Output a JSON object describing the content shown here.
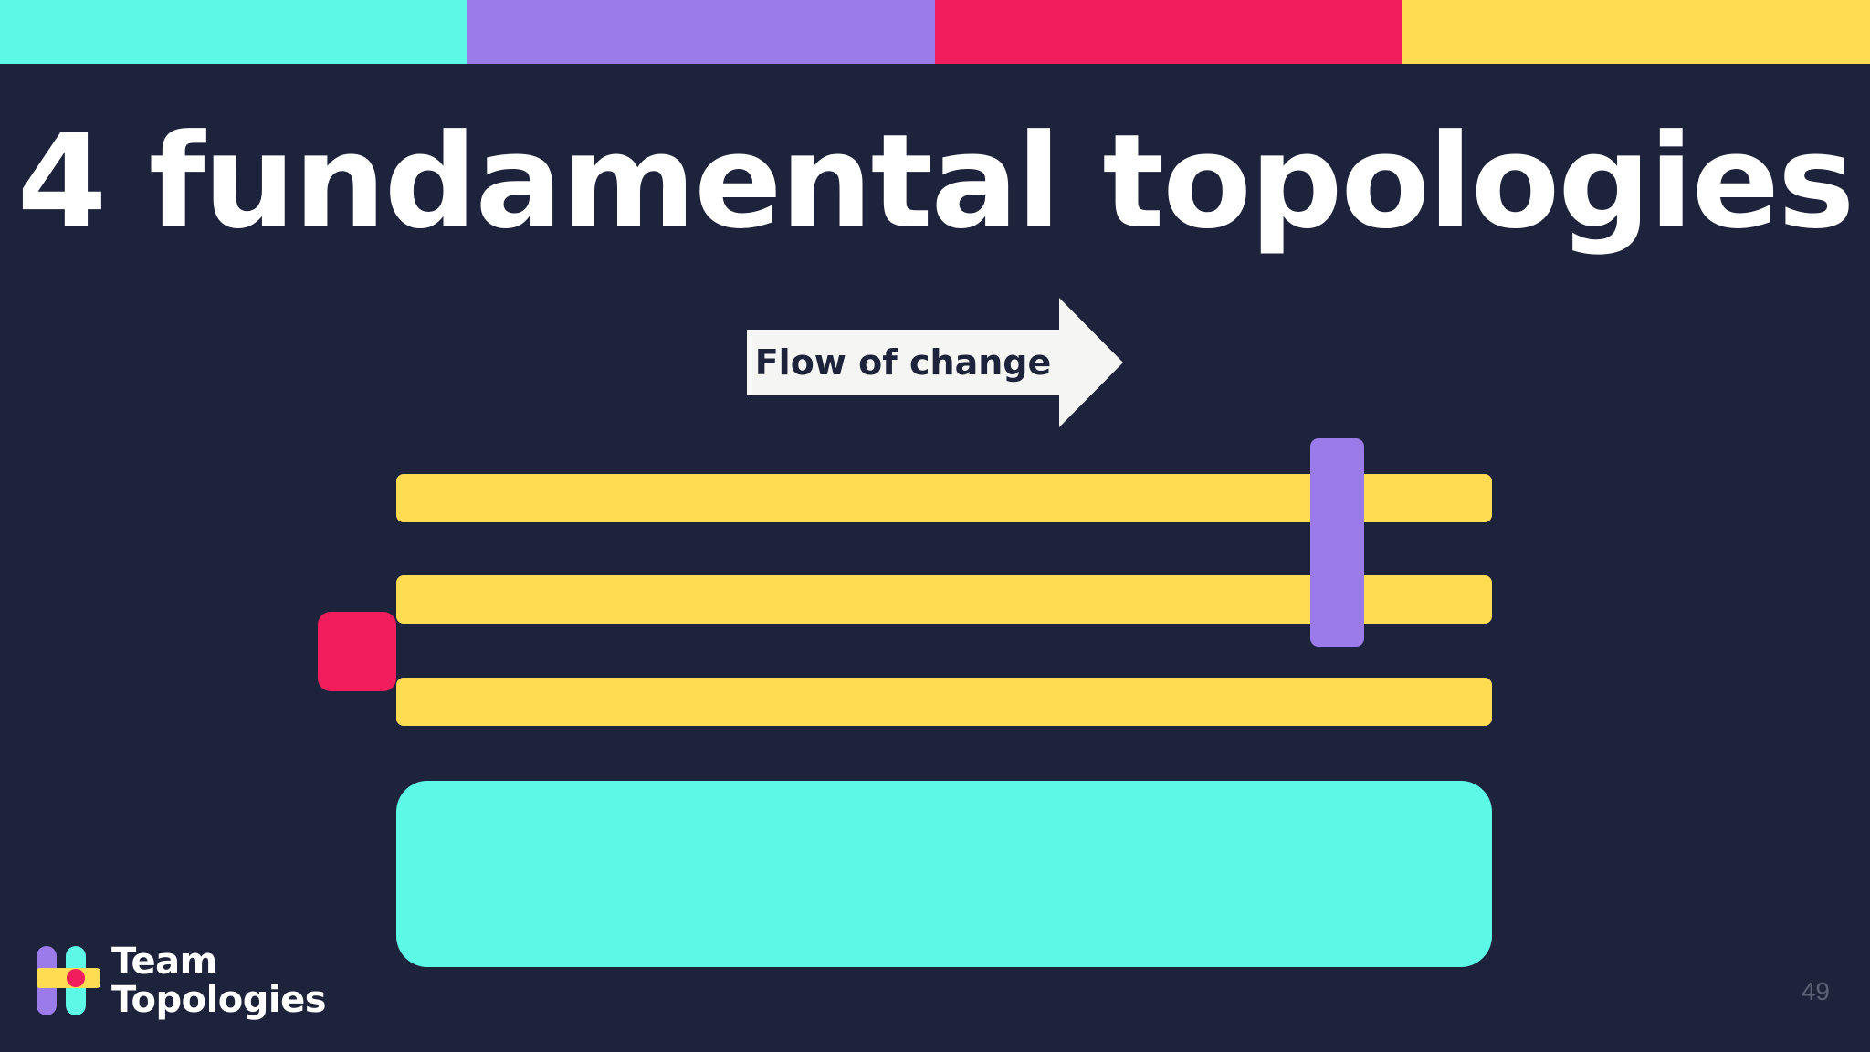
{
  "slide": {
    "title": "4 fundamental topologies",
    "page_number": "49"
  },
  "colors": {
    "background": "#1d233a",
    "teal": "#5ef8e6",
    "purple": "#9b7bea",
    "pink": "#f11d5c",
    "yellow": "#ffdc52",
    "arrow": "#f5f5f3"
  },
  "top_strip": [
    "#5ef8e6",
    "#9b7bea",
    "#f11d5c",
    "#ffdc52"
  ],
  "flow_arrow": {
    "label": "Flow of change"
  },
  "diagram": {
    "stream_aligned_teams": [
      {
        "color": "#ffdc52"
      },
      {
        "color": "#ffdc52"
      },
      {
        "color": "#ffdc52"
      }
    ],
    "enabling_team": {
      "color": "#9b7bea"
    },
    "complicated_subsystem_team": {
      "color": "#f11d5c"
    },
    "platform_team": {
      "color": "#5ef8e6"
    }
  },
  "logo": {
    "line1": "Team",
    "line2": "Topologies"
  }
}
